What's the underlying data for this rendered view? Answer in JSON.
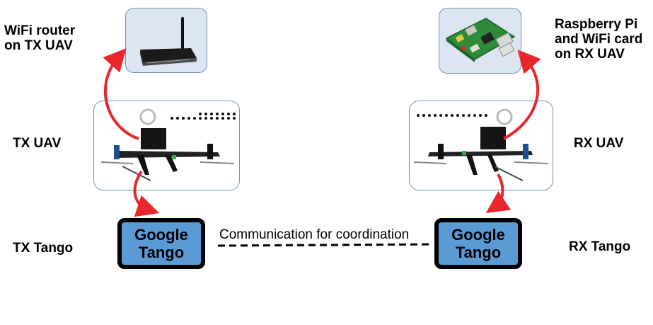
{
  "labels": {
    "wifi_router_line1": "WiFi router",
    "wifi_router_line2": "on TX UAV",
    "rpi_line1": "Raspberry Pi",
    "rpi_line2": "and WiFi card",
    "rpi_line3": "on RX UAV",
    "tx_uav": "TX UAV",
    "rx_uav": "RX UAV",
    "tx_tango": "TX Tango",
    "rx_tango": "RX Tango"
  },
  "tango_box": {
    "line1": "Google",
    "line2": "Tango"
  },
  "link_label": "Communication for coordination",
  "colors": {
    "arrow": "#e8262b",
    "tango_fill": "#5b9bd5",
    "picture_fill": "#dce6f2",
    "border": "#6f8fb5"
  },
  "icons": [
    "wifi-router-icon",
    "raspberry-pi-board-icon",
    "drone-icon"
  ]
}
